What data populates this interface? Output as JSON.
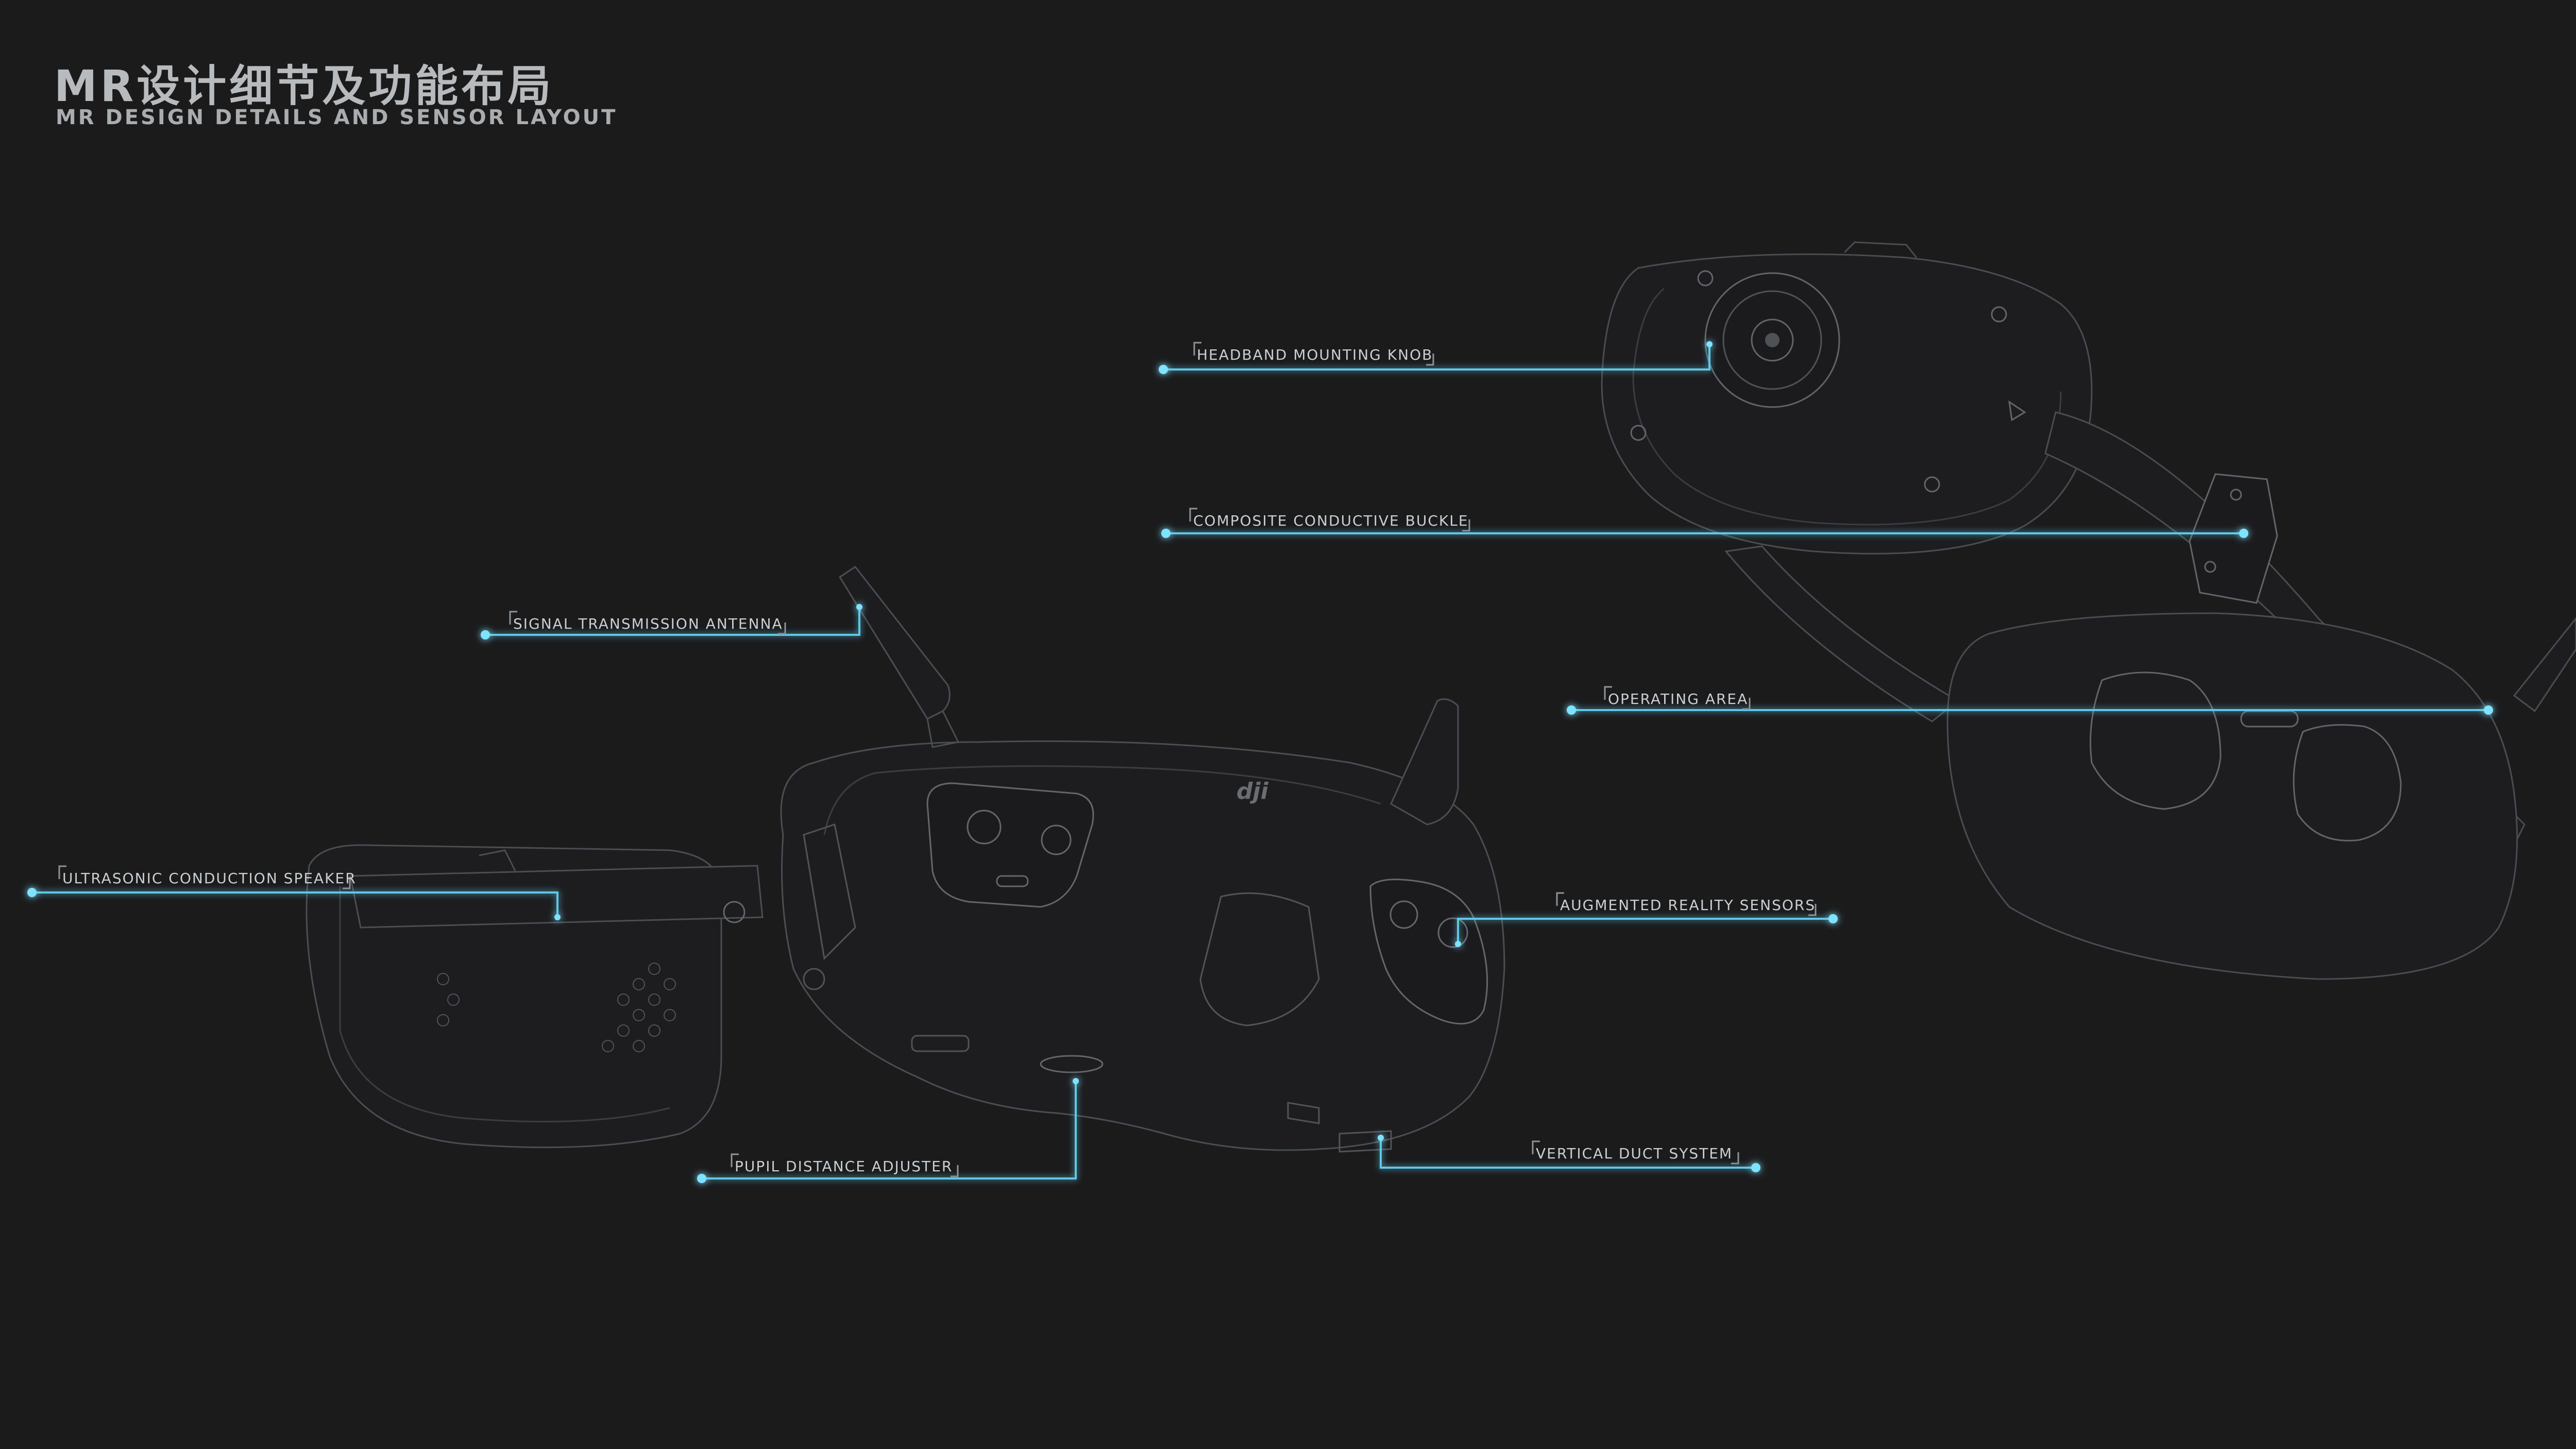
{
  "header": {
    "title_zh": "MR设计细节及功能布局",
    "title_en": "MR DESIGN DETAILS AND SENSOR LAYOUT"
  },
  "colors": {
    "background": "#1b1b1c",
    "callout_line": "#5ec8e6",
    "callout_dot": "#7fe3ff",
    "outline": "#6b6e72"
  },
  "callouts": {
    "headband_knob": "HEADBAND MOUNTING KNOB",
    "conductive_buckle": "COMPOSITE CONDUCTIVE BUCKLE",
    "operating_area": "OPERATING AREA",
    "antenna": "SIGNAL TRANSMISSION ANTENNA",
    "speaker": "ULTRASONIC CONDUCTION SPEAKER",
    "ar_sensors": "AUGMENTED REALITY SENSORS",
    "pupil_adjuster": "PUPIL DISTANCE ADJUSTER",
    "duct_system": "VERTICAL DUCT SYSTEM"
  },
  "product": {
    "brand_mark": "dji"
  }
}
